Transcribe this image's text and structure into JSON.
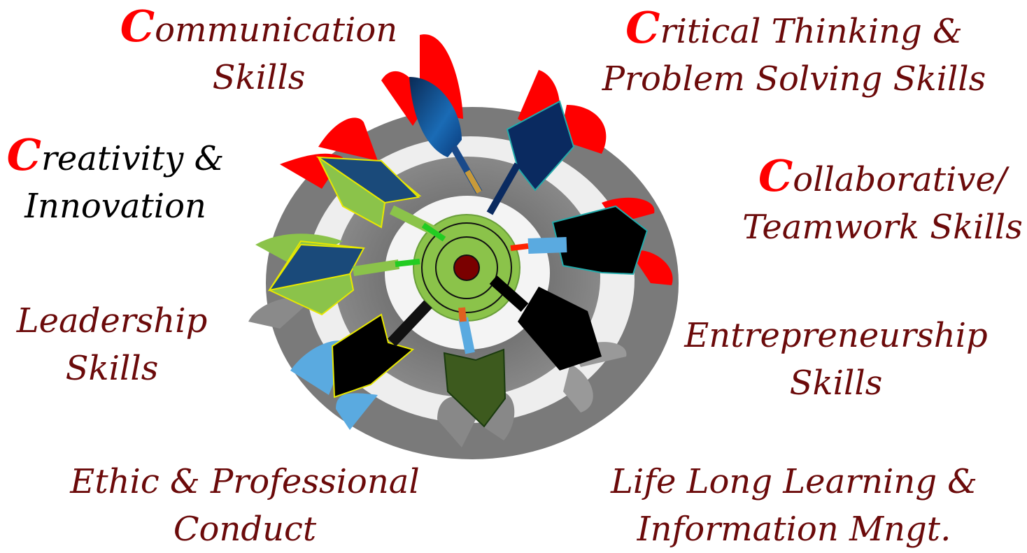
{
  "colors": {
    "label_text": "#6b0a0a",
    "label_text_black": "#000000",
    "initial_c": "#ff0000"
  },
  "labels": [
    {
      "id": "communication",
      "initial": "C",
      "lines": [
        "ommunication",
        "Skills"
      ]
    },
    {
      "id": "critical",
      "initial": "C",
      "lines": [
        "ritical Thinking &",
        "Problem Solving Skills"
      ]
    },
    {
      "id": "creativity",
      "initial": "C",
      "lines": [
        "reativity &",
        "Innovation"
      ]
    },
    {
      "id": "collaborative",
      "initial": "C",
      "lines": [
        "ollaborative/",
        "Teamwork Skills"
      ]
    },
    {
      "id": "leadership",
      "initial": "",
      "lines": [
        "Leadership",
        "Skills"
      ]
    },
    {
      "id": "entrepreneurship",
      "initial": "",
      "lines": [
        "Entrepreneurship",
        "Skills"
      ]
    },
    {
      "id": "ethic",
      "initial": "",
      "lines": [
        "Ethic & Professional",
        "Conduct"
      ]
    },
    {
      "id": "lifelong",
      "initial": "",
      "lines": [
        "Life Long Learning &",
        "Information Mngt."
      ]
    }
  ]
}
